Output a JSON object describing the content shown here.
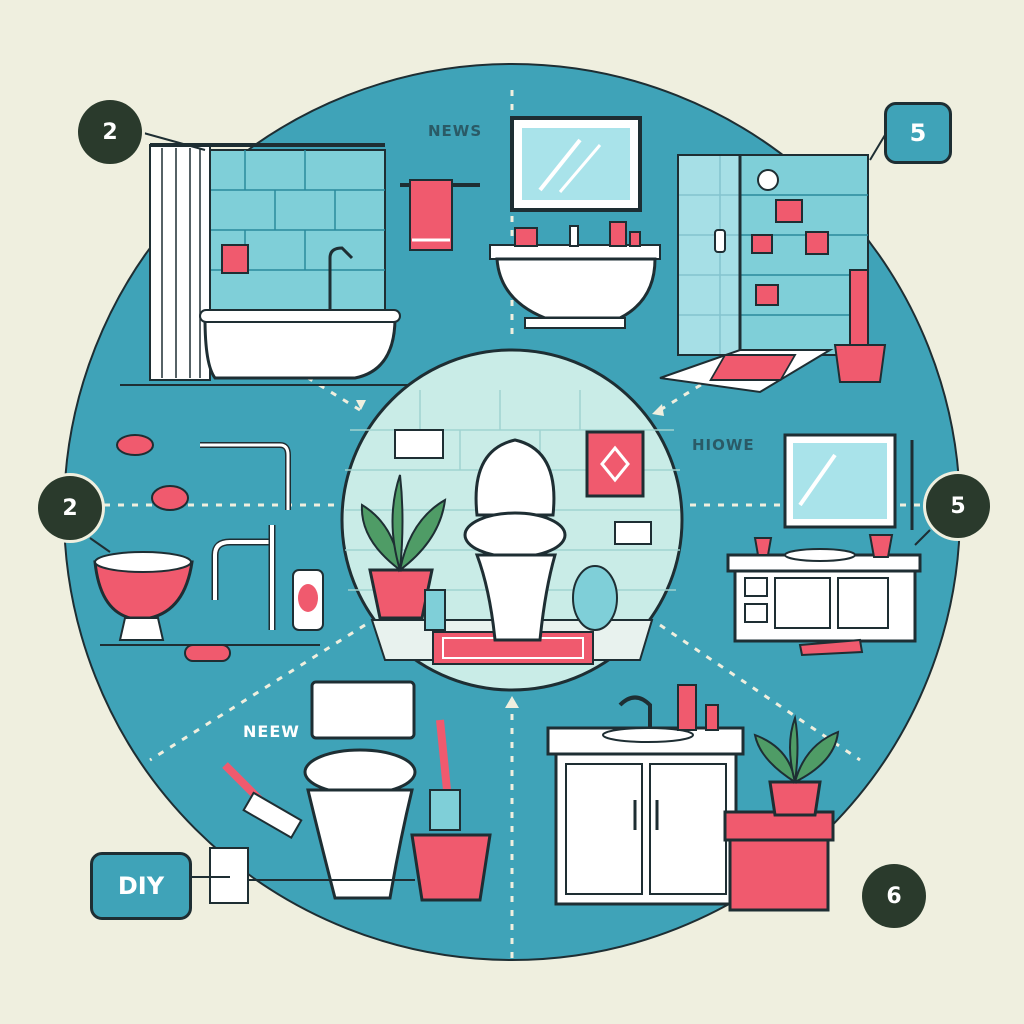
{
  "colors": {
    "background": "#efefdf",
    "circle": "#3fa3b8",
    "tile": "#7fcfd8",
    "accent": "#f05a6e",
    "outline": "#1e2e33",
    "badge": "#2a3a2c"
  },
  "labels": {
    "top": "NEWS",
    "right": "HIOWE",
    "bottom": "NEEW"
  },
  "badges": {
    "top_left": "2",
    "middle_left": "2",
    "middle_right": "5",
    "bottom_right": "6"
  },
  "bubbles": {
    "top_right": "5",
    "bottom_left": "DIY"
  },
  "scenes": [
    {
      "name": "bathtub-with-shower-curtain",
      "icon": "bathtub-icon"
    },
    {
      "name": "sink-with-mirror",
      "icon": "sink-icon"
    },
    {
      "name": "walk-in-shower",
      "icon": "shower-icon"
    },
    {
      "name": "vanity-with-mirror",
      "icon": "vanity-icon"
    },
    {
      "name": "sink-cabinet-with-plant",
      "icon": "cabinet-icon"
    },
    {
      "name": "toilet-with-cleaning-tools",
      "icon": "toilet-brush-icon"
    },
    {
      "name": "plumbing-repair",
      "icon": "wrench-icon"
    },
    {
      "name": "center-toilet",
      "icon": "toilet-icon"
    }
  ]
}
